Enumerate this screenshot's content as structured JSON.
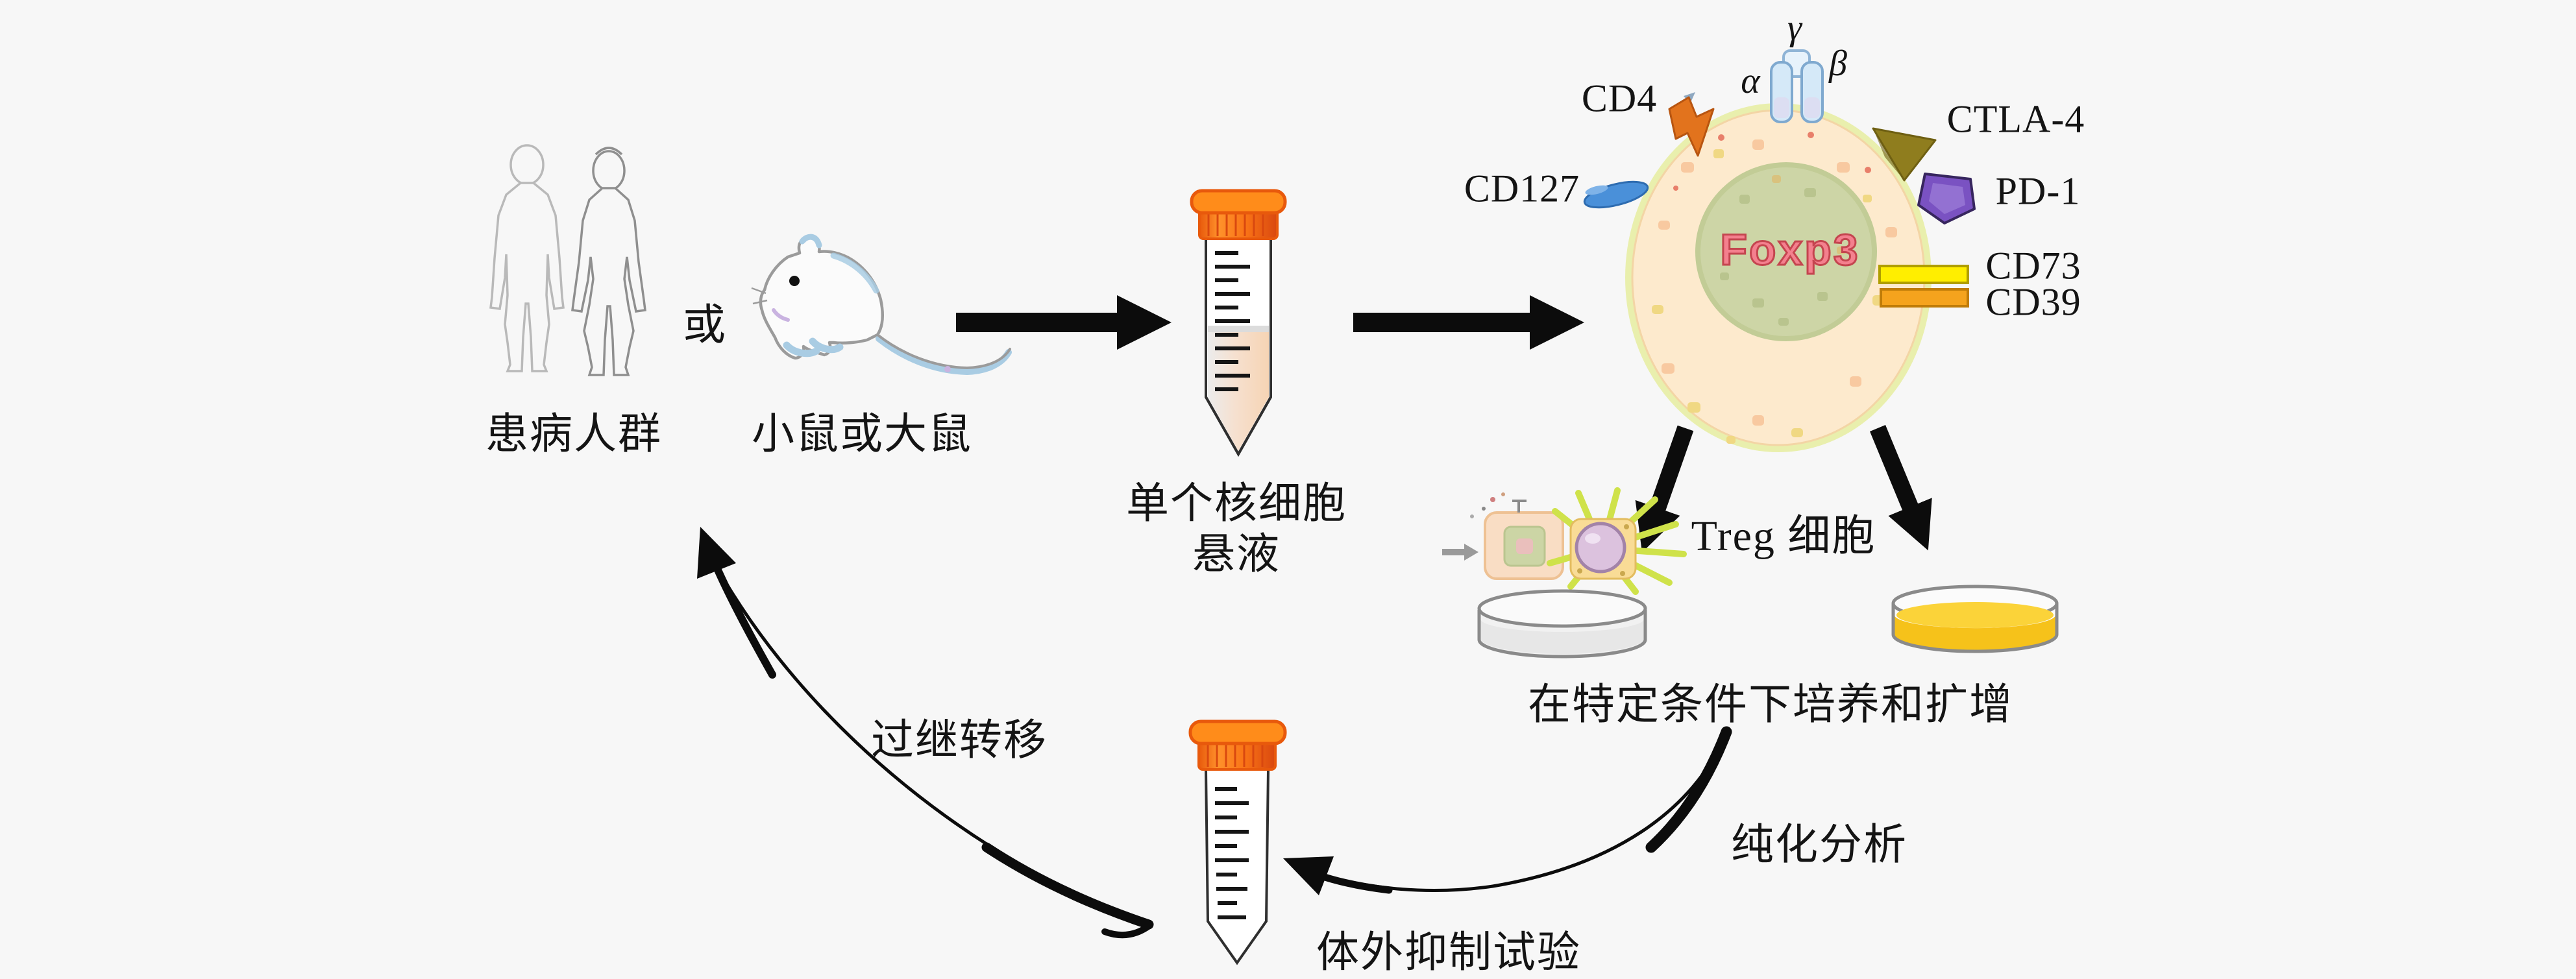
{
  "diagram": {
    "type": "workflow",
    "topic": "Treg cell isolation, culture and functional assay workflow",
    "labels": {
      "patients": "患病人群",
      "or": "或",
      "mouse_rat": "小鼠或大鼠",
      "mononuclear_line1": "单个核细胞",
      "mononuclear_line2": "悬液",
      "treg_cell": "Treg 细胞",
      "culture_expand": "在特定条件下培养和扩增",
      "purification": "纯化分析",
      "invitro_assay": "体外抑制试验",
      "adoptive_transfer": "过继转移"
    },
    "cell_markers": {
      "cd4": "CD4",
      "cd127": "CD127",
      "ctla4": "CTLA-4",
      "pd1": "PD-1",
      "cd73": "CD73",
      "cd39": "CD39",
      "foxp3": "Foxp3",
      "alpha": "α",
      "beta": "β",
      "gamma": "γ"
    },
    "colors": {
      "background": "#f7f7f7",
      "arrow_black": "#0c0c0c",
      "tube_cap_orange": "#ff8c1a",
      "tube_cap_edge": "#e8590c",
      "tube_liquid_peach": "#f7d6b8",
      "cell_body_peach": "#fdeacd",
      "cell_edge_green": "#e9efad",
      "nucleus_sage": "#cdd5a6",
      "foxp3_pink": "#f4808e",
      "cd4_orange": "#e2731d",
      "cd127_blue": "#4a90d9",
      "ctla4_olive": "#8f7d1e",
      "pd1_purple": "#7a52c2",
      "cd73_yellow": "#ffee00",
      "cd39_orange": "#f5a31d",
      "dish_gray": "#8a8a8a",
      "dish_liquid_yellow": "#f6c21a",
      "spike_green": "#cfe24a",
      "mouse_outline": "#9b9b9b",
      "mouse_blue": "#a9cce3"
    }
  }
}
